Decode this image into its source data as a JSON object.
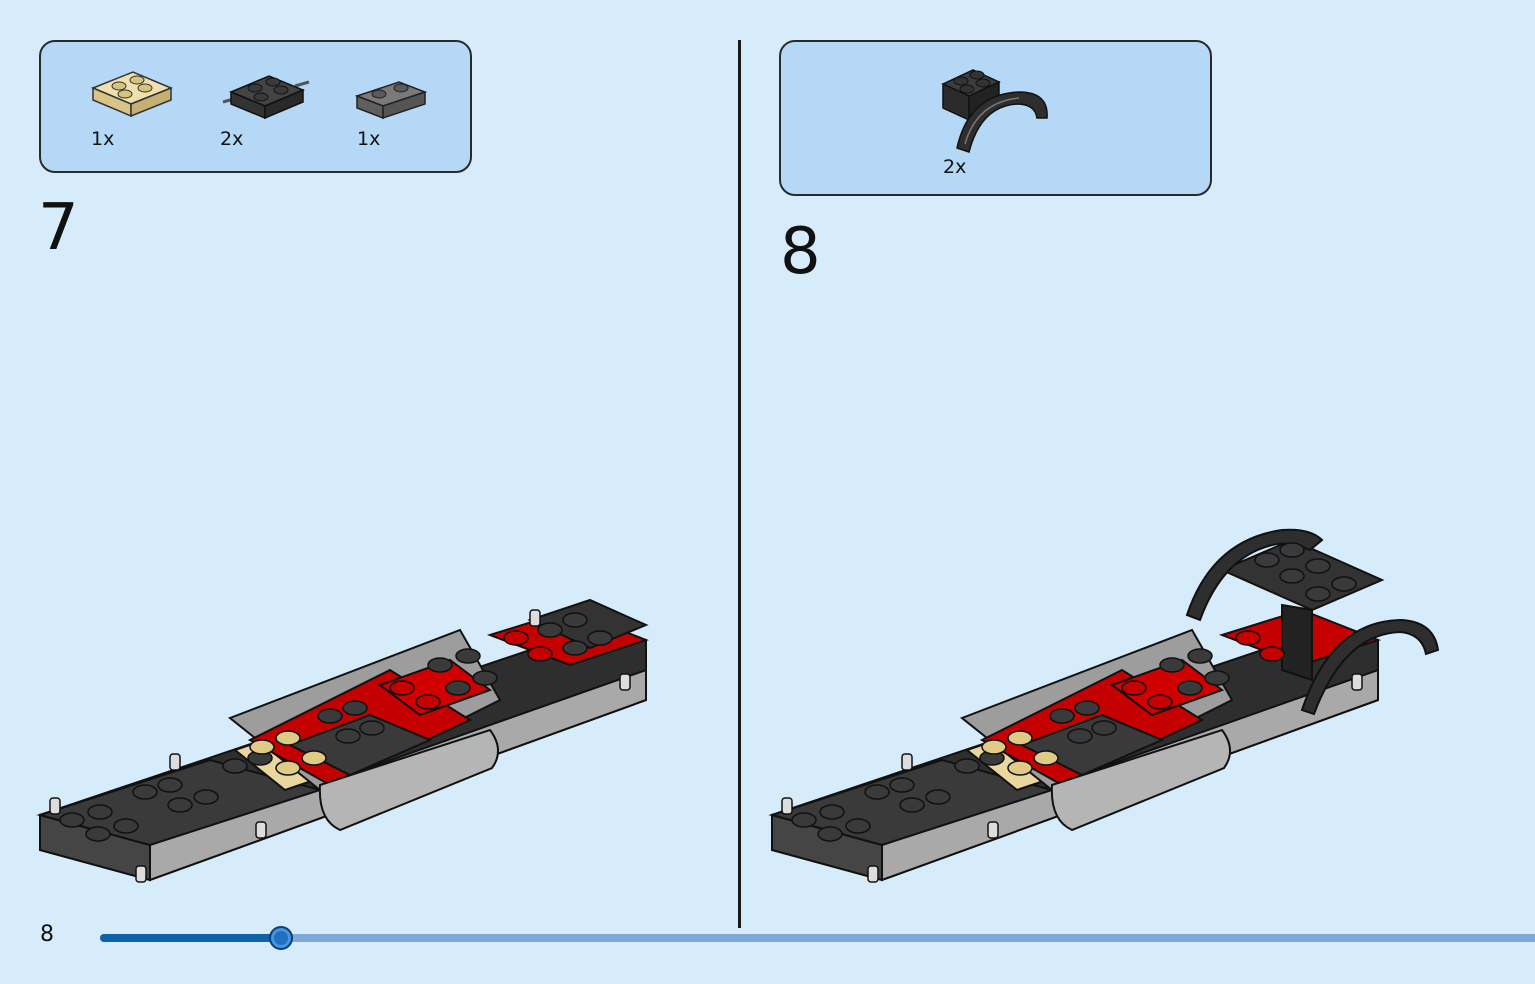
{
  "step7": {
    "number": "7",
    "parts": [
      {
        "qty": "1x",
        "icon": "tan-2x2-plate-icon",
        "color": "#e6d39a"
      },
      {
        "qty": "2x",
        "icon": "black-plate-with-wheel-holders-icon",
        "color": "#3a3a3a"
      },
      {
        "qty": "1x",
        "icon": "dark-gray-1x2-plate-icon",
        "color": "#6b6b6b"
      }
    ]
  },
  "step8": {
    "number": "8",
    "parts": [
      {
        "qty": "2x",
        "icon": "black-fender-arch-icon",
        "color": "#2e2e2e"
      }
    ]
  },
  "footer": {
    "page_number": "8",
    "progress_fraction": 0.126
  },
  "colors": {
    "background": "#d6ecfb",
    "callout": "#b4d8f5",
    "brick_black": "#303030",
    "brick_red": "#cc0000",
    "brick_gray": "#a8a8a8",
    "brick_tan": "#e6d39a",
    "progress_fill": "#0f62a8",
    "progress_track": "#7fa8d6"
  }
}
